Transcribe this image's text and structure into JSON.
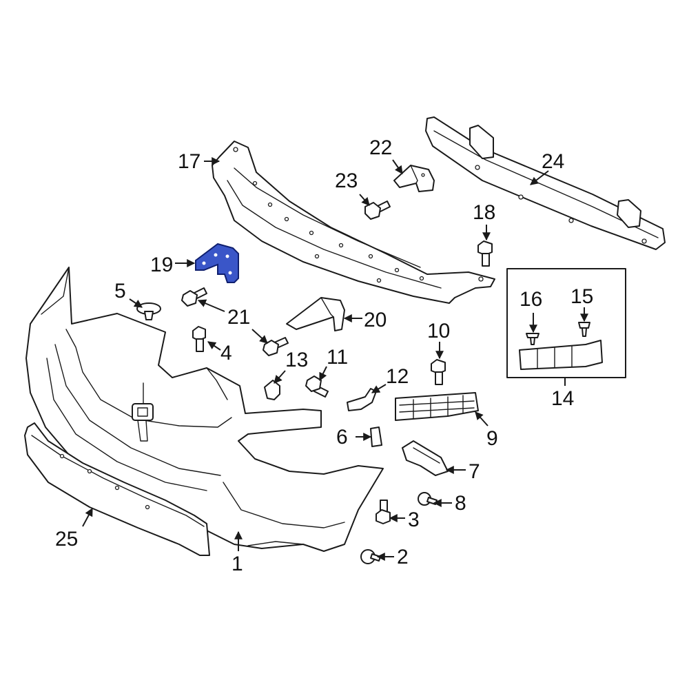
{
  "diagram": {
    "highlight_color": "#3a56c8",
    "callouts": [
      "1",
      "2",
      "3",
      "4",
      "5",
      "6",
      "7",
      "8",
      "9",
      "10",
      "11",
      "12",
      "13",
      "14",
      "15",
      "16",
      "17",
      "18",
      "19",
      "20",
      "21",
      "22",
      "23",
      "24",
      "25"
    ]
  }
}
